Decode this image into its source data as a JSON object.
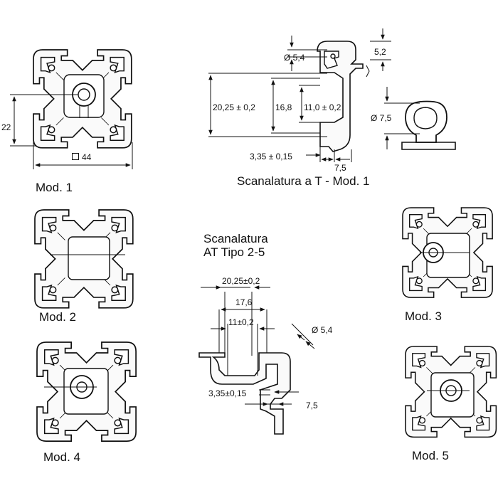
{
  "labels": {
    "mod1": "Mod.  1",
    "mod2": "Mod. 2",
    "mod3": "Mod. 3",
    "mod4": "Mod. 4",
    "mod5": "Mod. 5",
    "slot_t_title": "Scanalatura a T - Mod. 1",
    "slot_at_title_1": "Scanalatura",
    "slot_at_title_2": "AT Tipo 2-5"
  },
  "dimensions": {
    "mod1_height": "22",
    "mod1_width": "44",
    "t_diam_5_4": "Ø 5,4",
    "t_5_2": "5,2",
    "t_20_25": "20,25 ± 0,2",
    "t_16_8": "16,8",
    "t_11_0": "11,0 ± 0,2",
    "t_diam_7_5": "Ø 7,5",
    "t_3_35": "3,35 ± 0,15",
    "t_7_5": "7,5",
    "at_20_25": "20,25±0,2",
    "at_17_6": "17,6",
    "at_11": "11±0,2",
    "at_diam_5_4": "Ø 5,4",
    "at_3_35": "3,35±0,15",
    "at_7_5": "7,5"
  },
  "icons": {
    "width_symbol": "square-dimension-icon"
  }
}
